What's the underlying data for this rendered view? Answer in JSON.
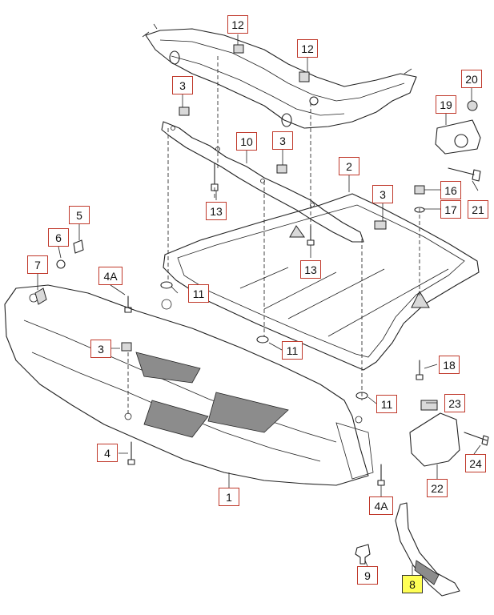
{
  "colors": {
    "callout_border": "#c0392b",
    "highlight": "#ffff55",
    "line": "#222222"
  },
  "callouts": [
    {
      "id": "c12a",
      "label": "12"
    },
    {
      "id": "c12b",
      "label": "12"
    },
    {
      "id": "c3a",
      "label": "3"
    },
    {
      "id": "c10",
      "label": "10"
    },
    {
      "id": "c3b",
      "label": "3"
    },
    {
      "id": "c20",
      "label": "20"
    },
    {
      "id": "c19",
      "label": "19"
    },
    {
      "id": "c2",
      "label": "2"
    },
    {
      "id": "c3c",
      "label": "3"
    },
    {
      "id": "c16",
      "label": "16"
    },
    {
      "id": "c17",
      "label": "17"
    },
    {
      "id": "c21",
      "label": "21"
    },
    {
      "id": "c13a",
      "label": "13"
    },
    {
      "id": "c5",
      "label": "5"
    },
    {
      "id": "c6",
      "label": "6"
    },
    {
      "id": "c13b",
      "label": "13"
    },
    {
      "id": "c7",
      "label": "7"
    },
    {
      "id": "c4A1",
      "label": "4A"
    },
    {
      "id": "c11a",
      "label": "11"
    },
    {
      "id": "c3d",
      "label": "3"
    },
    {
      "id": "c11b",
      "label": "11"
    },
    {
      "id": "c18",
      "label": "18"
    },
    {
      "id": "c11c",
      "label": "11"
    },
    {
      "id": "c23",
      "label": "23"
    },
    {
      "id": "c4",
      "label": "4"
    },
    {
      "id": "c24",
      "label": "24"
    },
    {
      "id": "c22",
      "label": "22"
    },
    {
      "id": "c1",
      "label": "1"
    },
    {
      "id": "c4A2",
      "label": "4A"
    },
    {
      "id": "c9",
      "label": "9"
    },
    {
      "id": "c8",
      "label": "8",
      "highlighted": true
    }
  ]
}
